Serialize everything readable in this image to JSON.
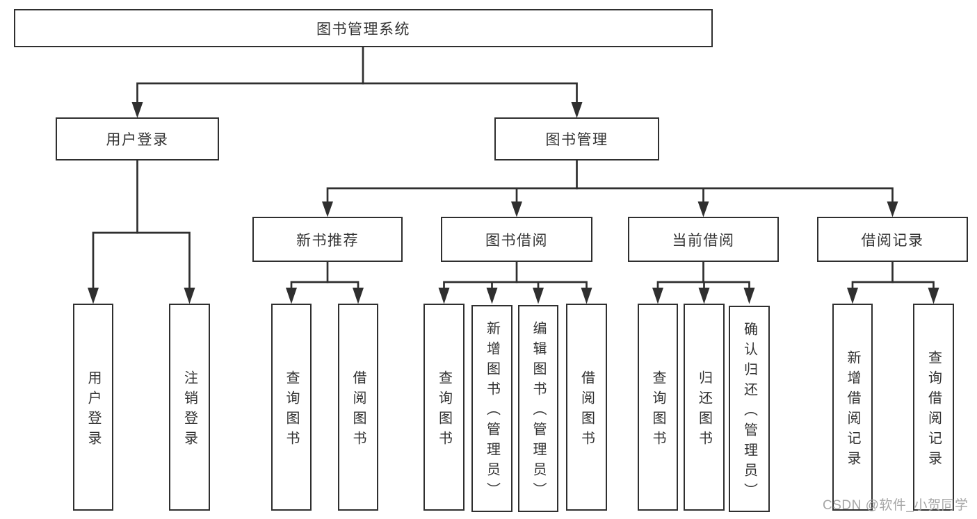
{
  "tree": {
    "label": "图书管理系统",
    "children": [
      {
        "label": "用户登录",
        "children": [
          {
            "label": "用户登录"
          },
          {
            "label": "注销登录"
          }
        ]
      },
      {
        "label": "图书管理",
        "children": [
          {
            "label": "新书推荐",
            "children": [
              {
                "label": "查询图书"
              },
              {
                "label": "借阅图书"
              }
            ]
          },
          {
            "label": "图书借阅",
            "children": [
              {
                "label": "查询图书"
              },
              {
                "label": "新增图书（管理员）"
              },
              {
                "label": "编辑图书（管理员）"
              },
              {
                "label": "借阅图书"
              }
            ]
          },
          {
            "label": "当前借阅",
            "children": [
              {
                "label": "查询图书"
              },
              {
                "label": "归还图书"
              },
              {
                "label": "确认归还（管理员）"
              }
            ]
          },
          {
            "label": "借阅记录",
            "children": [
              {
                "label": "新增借阅记录"
              },
              {
                "label": "查询借阅记录"
              }
            ]
          }
        ]
      }
    ]
  },
  "watermark": {
    "text": "CSDN @软件_小贺同学"
  },
  "colors": {
    "line": "#2f2f2f",
    "text": "#333333",
    "box_background": "#ffffff",
    "page_background": "#ffffff",
    "watermark": "#9e9e9e"
  }
}
